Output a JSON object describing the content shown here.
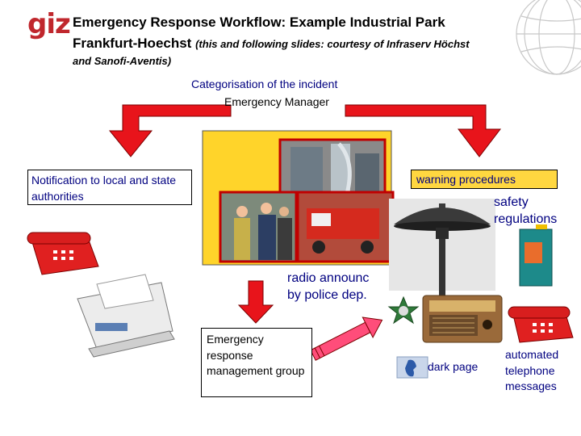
{
  "header": {
    "logo": "giz",
    "title_line1": "Emergency Response Workflow: Example Industrial Park",
    "title_line2": "Frankfurt-Hoechst",
    "title_line2_note": "(this and following slides: courtesy of Infraserv Höchst",
    "title_line3": "and Sanofi-Aventis)"
  },
  "center": {
    "categorisation": "Categorisation of the incident",
    "manager": "Emergency Manager"
  },
  "boxes": {
    "notification": "Notification to local and state authorities",
    "warning": "warning procedures",
    "emergency_group": "Emergency response management group"
  },
  "labels": {
    "safety": [
      "safety",
      "regulations"
    ],
    "radio": [
      "radio announc",
      "by police dep."
    ],
    "dark_page": "dark page",
    "automated": [
      "automated",
      "telephone",
      "messages"
    ]
  },
  "colors": {
    "logo_red": "#c0272d",
    "arrow_red": "#e8141b",
    "label_blue": "#000080",
    "yellow_panel": "#ffd42a",
    "warning_box": "#ffd740"
  },
  "icons": [
    "globe-icon",
    "telephone-icon",
    "fax-machine-icon",
    "siren-icon",
    "police-star-icon",
    "radio-icon",
    "manual-booklet-icon",
    "handset-icon"
  ]
}
